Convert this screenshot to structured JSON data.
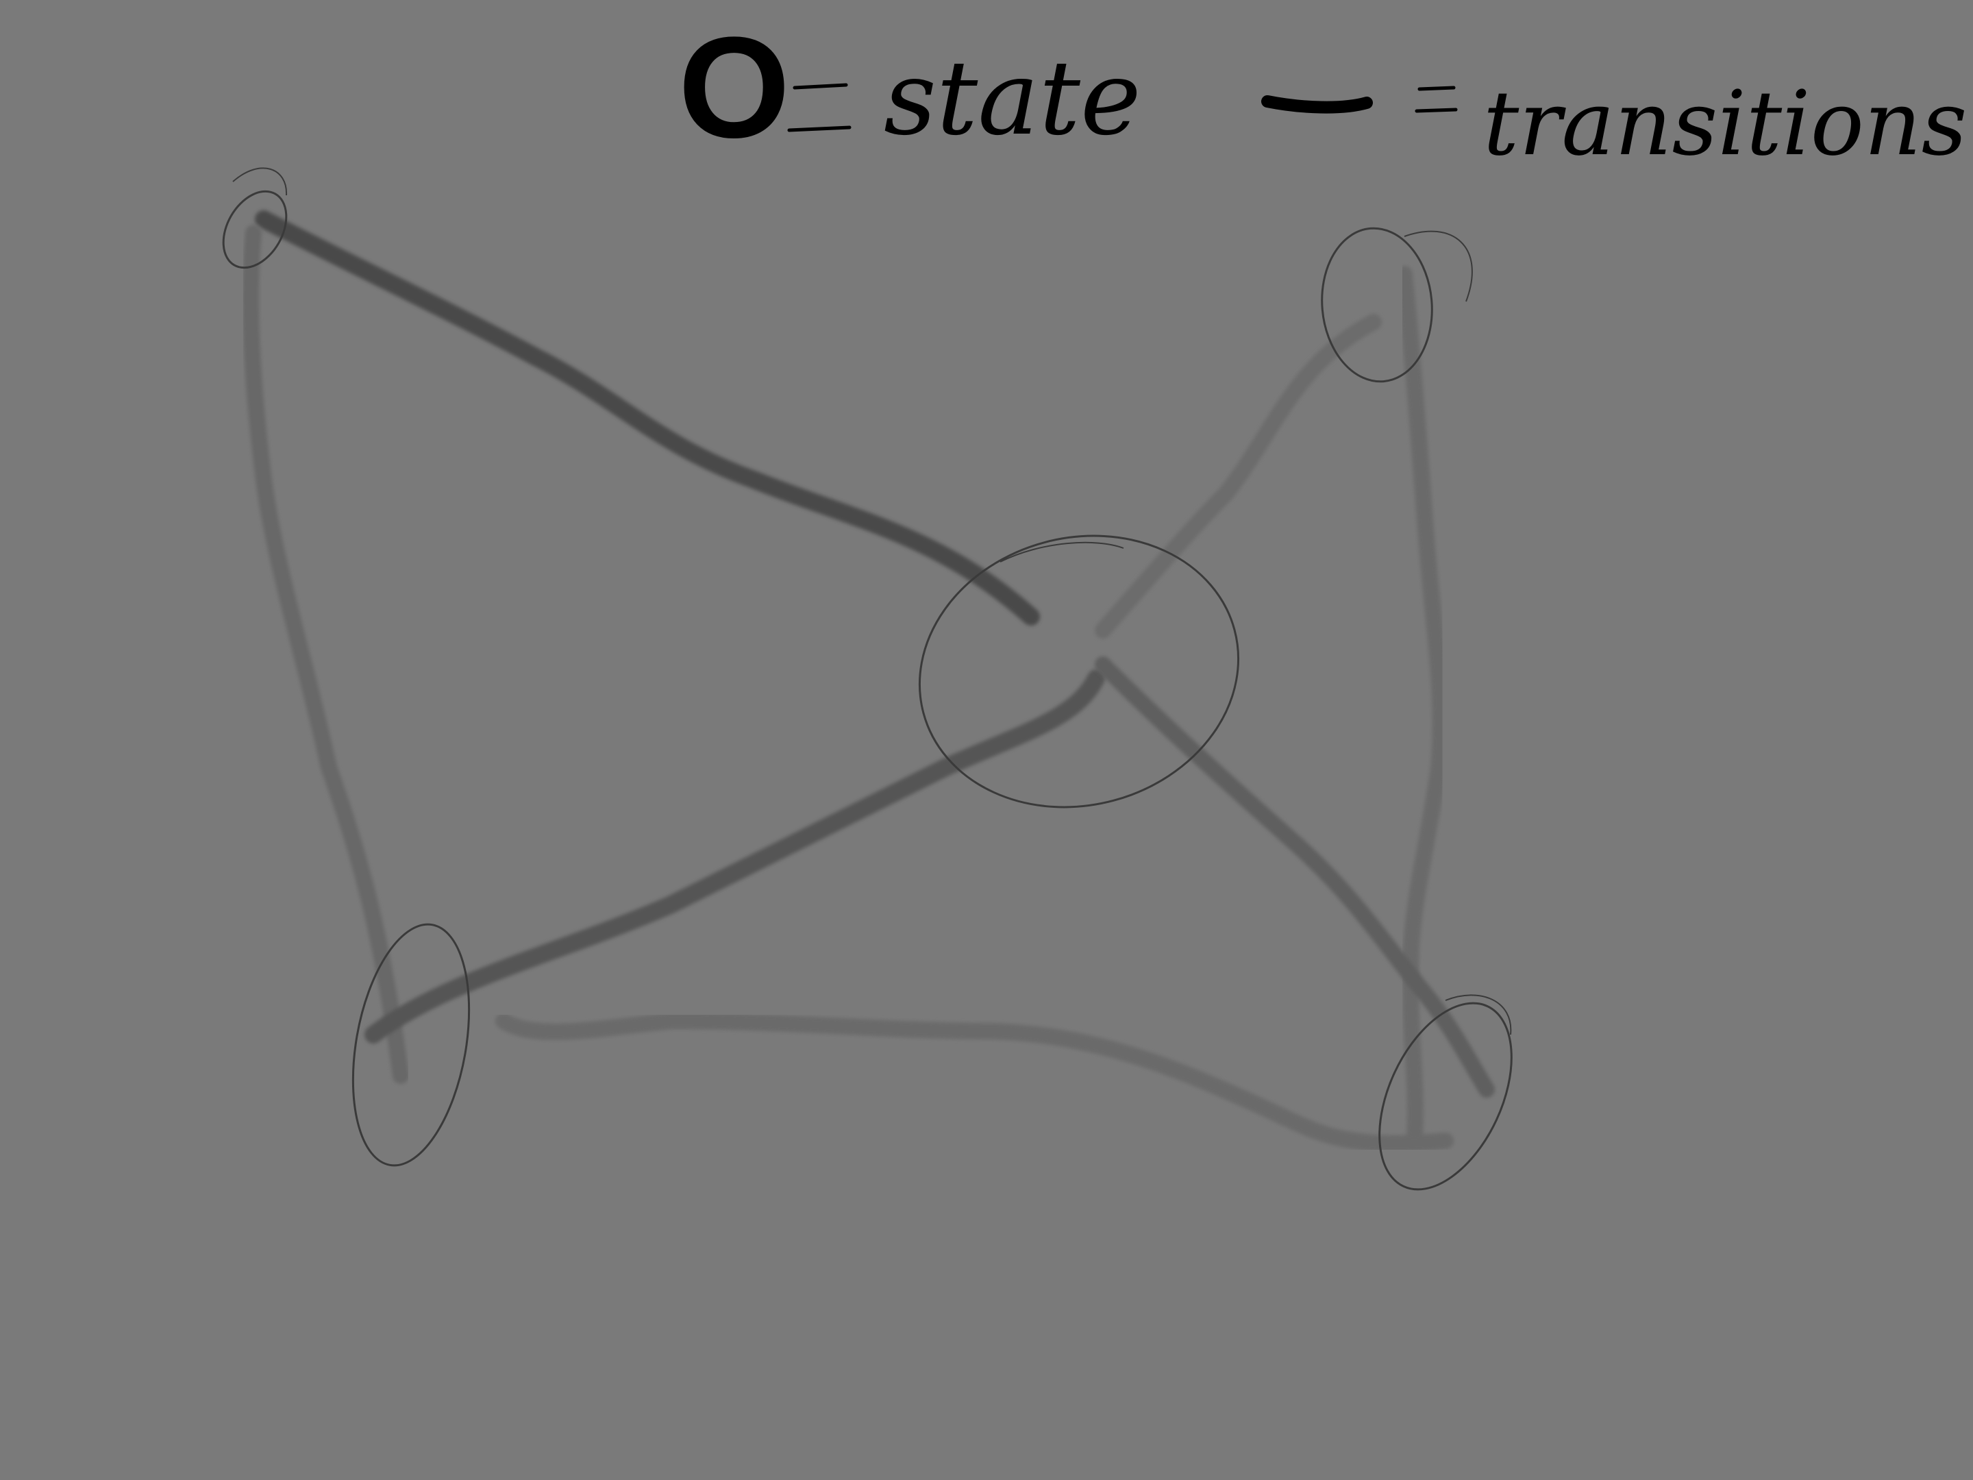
{
  "legend": {
    "state_symbol": "O",
    "state_text": "state",
    "transition_text": "transitions"
  },
  "diagram": {
    "node_count": 5,
    "edge_count": 7
  },
  "colors": {
    "background": "#7a7a7a",
    "ink": "#000000",
    "node_outline": "#3a3a3a",
    "edge_dark": "#4a4a4a",
    "edge_light": "#6a6a6a"
  }
}
